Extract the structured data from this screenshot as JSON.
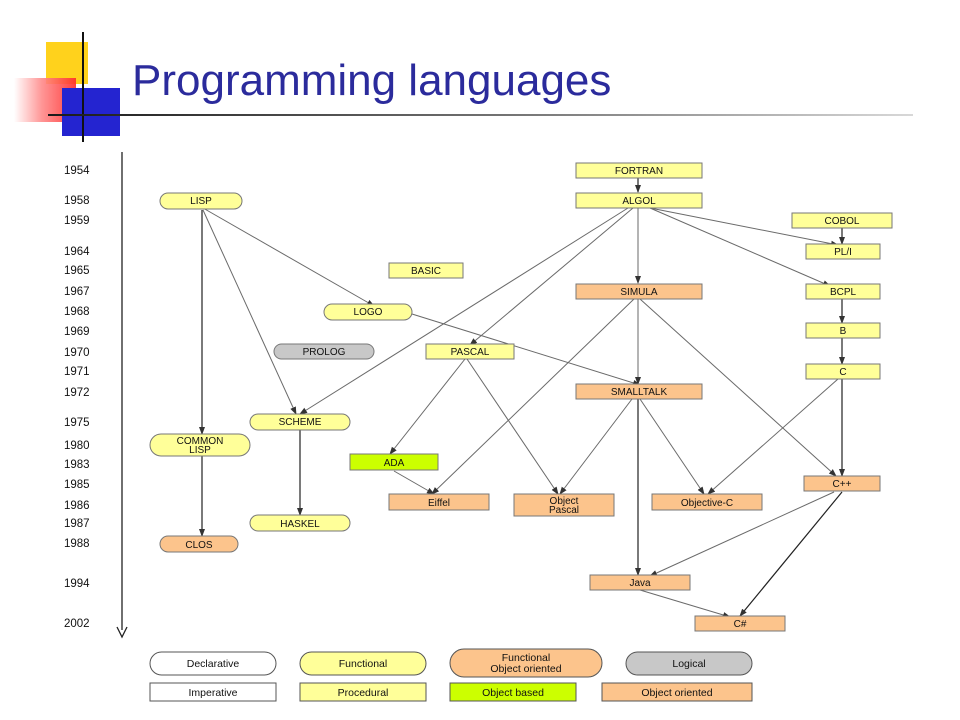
{
  "title": "Programming languages",
  "colors": {
    "title": "#2b2b9c",
    "functional_fill": "#ffff99",
    "procedural_fill": "#ffff99",
    "object_oriented_fill": "#fcc48c",
    "object_based_fill": "#ccff00",
    "logical_fill": "#c8c8c8",
    "declarative_fill": "#ffffff",
    "imperative_fill": "#ffffff"
  },
  "years": [
    "1954",
    "1958",
    "1959",
    "1964",
    "1965",
    "1967",
    "1968",
    "1969",
    "1970",
    "1971",
    "1972",
    "1975",
    "1980",
    "1983",
    "1985",
    "1986",
    "1987",
    "1988",
    "1994",
    "2002"
  ],
  "languages": {
    "fortran": "FORTRAN",
    "algol": "ALGOL",
    "cobol": "COBOL",
    "pli": "PL/I",
    "lisp": "LISP",
    "basic": "BASIC",
    "simula": "SIMULA",
    "bcpl": "BCPL",
    "logo": "LOGO",
    "b": "B",
    "prolog": "PROLOG",
    "pascal": "PASCAL",
    "c": "C",
    "smalltalk": "SMALLTALK",
    "scheme": "SCHEME",
    "common_lisp_1": "COMMON",
    "common_lisp_2": "LISP",
    "ada": "ADA",
    "cpp": "C++",
    "eiffel": "Eiffel",
    "object_pascal_1": "Object",
    "object_pascal_2": "Pascal",
    "objective_c": "Objective-C",
    "haskel": "HASKEL",
    "clos": "CLOS",
    "java": "Java",
    "csharp": "C#"
  },
  "legend": {
    "declarative": "Declarative",
    "functional": "Functional",
    "functional_oo_1": "Functional",
    "functional_oo_2": "Object oriented",
    "logical": "Logical",
    "imperative": "Imperative",
    "procedural": "Procedural",
    "object_based": "Object based",
    "object_oriented": "Object oriented"
  }
}
